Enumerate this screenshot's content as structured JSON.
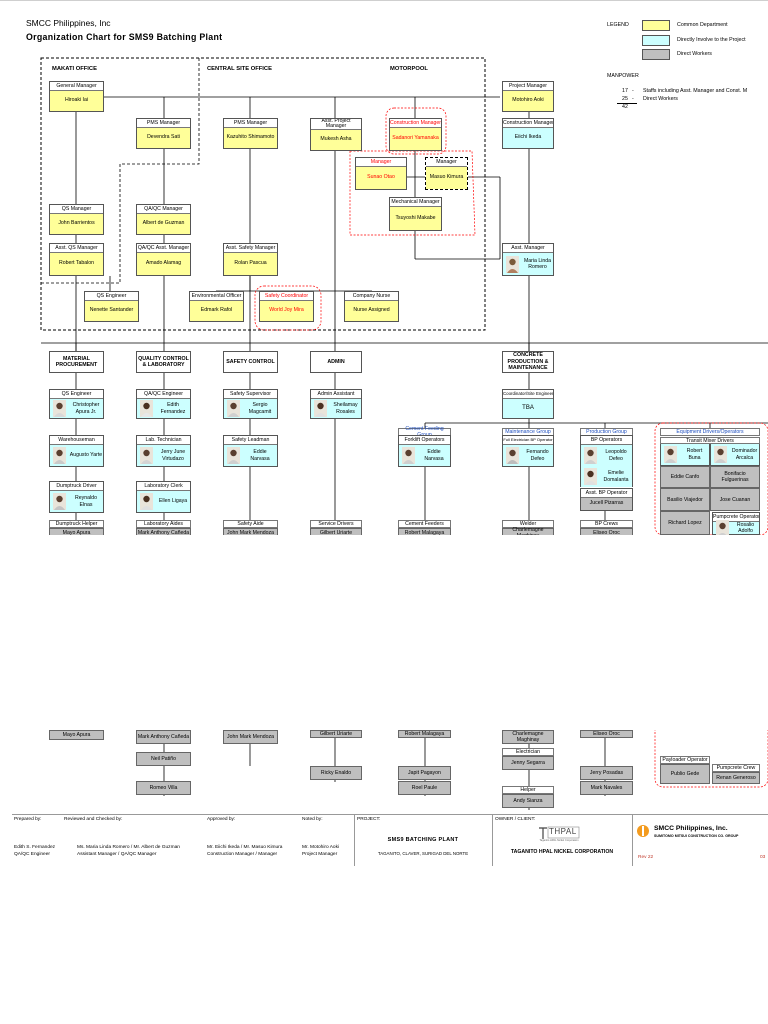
{
  "header": {
    "company": "SMCC Philippines, Inc",
    "title": "Organization Chart for SMS9 Batching Plant"
  },
  "legend": {
    "label": "LEGEND",
    "items": [
      {
        "label": "Common Department",
        "color": "#ffff99"
      },
      {
        "label": "Directly Involve to the Project",
        "color": "#ccffff"
      },
      {
        "label": "Direct Workers",
        "color": "#bfbfbf"
      }
    ]
  },
  "manpower": {
    "label": "MANPOWER",
    "rows": [
      {
        "n": "17",
        "dash": "-",
        "desc": "Staffs including Asst. Manager and Const. M"
      },
      {
        "n": "25",
        "dash": "-",
        "desc": "Direct Workers"
      }
    ],
    "total": "42"
  },
  "regions": {
    "makati": "MAKATI OFFICE",
    "central": "CENTRAL SITE OFFICE",
    "motorpool": "MOTORPOOL"
  },
  "mgmt": {
    "general_manager": {
      "title": "General Manager",
      "name": "Hiroaki Iai"
    },
    "project_manager": {
      "title": "Project Manager",
      "name": "Motohiro Aoki"
    },
    "pms_manager_1": {
      "title": "PMS Manager",
      "name": "Devendra Sati"
    },
    "pms_manager_2": {
      "title": "PMS Manager",
      "name": "Kazuhito Shimamoto"
    },
    "asst_project_manager": {
      "title": "Asst. Project Manager",
      "name": "Mukesh Asha"
    },
    "construction_manager_red": {
      "title": "Construction Manager",
      "name": "Sadanori Yamanaka"
    },
    "construction_manager": {
      "title": "Construction Manager",
      "name": "Eiichi Ikeda"
    },
    "manager_red": {
      "title": "Manager",
      "name": "Sunao Otao"
    },
    "manager_dash": {
      "title": "Manager",
      "name": "Masuo Kimura"
    },
    "mechanical_manager": {
      "title": "Mechanical Manager",
      "name": "Tsuyoshi Makabe"
    },
    "qs_manager": {
      "title": "QS Manager",
      "name": "John Barrientos"
    },
    "qaqc_manager": {
      "title": "QA/QC Manager",
      "name": "Albert de Guzman"
    },
    "asst_qs_manager": {
      "title": "Asst. QS Manager",
      "name": "Robert Tabalon"
    },
    "qaqc_asst_manager": {
      "title": "QA/QC Asst. Manager",
      "name": "Amado Alamag"
    },
    "asst_safety_manager": {
      "title": "Asst. Safety Manager",
      "name": "Rolan Pascua"
    },
    "asst_manager": {
      "title": "Asst. Manager",
      "name": "Maria Linda Romero"
    },
    "qs_engineer_top": {
      "title": "QS Engineer",
      "name": "Nenette Santander"
    },
    "environmental_officer": {
      "title": "Environmental Officer",
      "name": "Edmark Rafol"
    },
    "safety_coordinator": {
      "title": "Safety Coordinator",
      "name": "World Joy Mira"
    },
    "company_nurse": {
      "title": "Company Nurse",
      "name": "Nurse Assigned"
    }
  },
  "departments": [
    "MATERIAL PROCUREMENT",
    "QUALITY CONTROL & LABORATORY",
    "SAFETY CONTROL",
    "ADMIN",
    "CONCRETE PRODUCTION & MAINTENANCE"
  ],
  "people": {
    "qs_engineer": {
      "title": "QS Engineer",
      "name": "Christopher Apura Jr."
    },
    "warehouseman": {
      "title": "Warehouseman",
      "name": "Augusto Yarte"
    },
    "dumptruck_driver": {
      "title": "Dumptruck Driver",
      "name": "Reynaldo Elnas"
    },
    "qaqc_engineer": {
      "title": "QA/QC Engineer",
      "name": "Edith Fernandez"
    },
    "lab_technician": {
      "title": "Lab. Technician",
      "name": "Jerry June Virtudazo"
    },
    "laboratory_clerk": {
      "title": "Laboratory Clerk",
      "name": "Ellen Ligaya"
    },
    "safety_supervisor": {
      "title": "Safety Supervisor",
      "name": "Sergio Magcamit"
    },
    "safety_leadman": {
      "title": "Safety Leadman",
      "name": "Eddie Narvasa"
    },
    "admin_assistant": {
      "title": "Admin Assistant",
      "name": "Sheilamay Rosales"
    },
    "coordinator": {
      "title": "Coordinator/Site Engineer",
      "name": "TBA"
    },
    "cement_group": {
      "title": "Cement Feeding Group"
    },
    "forklift_operators": {
      "title": "Forklift Operators",
      "name": "Eddie Narvasa"
    },
    "maintenance_group": {
      "title": "Maintenance Group"
    },
    "bp_operator_maint": {
      "title": "Full Electrician BP Operator",
      "name": "Fernando Defeo"
    },
    "production_group": {
      "title": "Production Group"
    },
    "bp_operators": {
      "title": "BP Operators",
      "name1": "Leopoldo Defeo",
      "name2": "Emelie Domalanta"
    },
    "asst_bp_operator": {
      "title": "Asst. BP Operator",
      "name": "Jucell Pizarras"
    },
    "equipment_group": {
      "title": "Equipment Drivers/Operators"
    },
    "transit_mixer": {
      "title": "Transit Mixer Drivers",
      "names": [
        "Robert Buna",
        "Dominador Arcalca",
        "Eddie Canfo",
        "Bonifacio Fulguerinas",
        "Basilio Viajedor",
        "Jose Cuanan",
        "Richard Lopez"
      ]
    },
    "pumpcrete_operator": {
      "title": "Pumpcrete Operator",
      "name": "Rosalio Adolfo"
    }
  },
  "workers": {
    "dumptruck_helper": {
      "title": "Dumptruck Helper",
      "names": [
        "Mayo Apura"
      ]
    },
    "laboratory_aides": {
      "title": "Laboratory Aides",
      "names": [
        "Mark Anthony Cañeda",
        "Neil Patiño",
        "Romeo Villa"
      ]
    },
    "safety_aide": {
      "title": "Safety Aide",
      "names": [
        "John Mark Mendoza"
      ]
    },
    "service_drivers": {
      "title": "Service Drivers",
      "names": [
        "Gilbert Uriarte",
        "Ricky Enaldo"
      ]
    },
    "cement_feeders": {
      "title": "Cement Feeders",
      "names": [
        "Robert Malagaya",
        "Japit Pagayon",
        "Roel Paule"
      ]
    },
    "welder": {
      "title": "Welder",
      "names": [
        "Charlemagne Maghinay"
      ]
    },
    "electrician": {
      "title": "Electrician",
      "names": [
        "Jenny Segarra"
      ]
    },
    "helper": {
      "title": "Helper",
      "names": [
        "Andy Sianza"
      ]
    },
    "bp_crews": {
      "title": "BP Crews",
      "names": [
        "Eliseo Oroc",
        "Jerry Posadas",
        "Mark Navales"
      ]
    },
    "payloader_operator": {
      "title": "Payloader Operator",
      "names": [
        "Publio Gede"
      ]
    },
    "pumpcrete_crew": {
      "title": "Pumpcrete Crew",
      "names": [
        "Renan Generoso"
      ]
    }
  },
  "footer": {
    "prepared_by": {
      "label": "Prepared by:",
      "name": "Edith S. Fernandez",
      "role": "QA/QC Engineer"
    },
    "reviewed_by": {
      "label": "Reviewed and Checked by:",
      "name": "Ms. Maria Linda Romero / Mr. Albert de Guzman",
      "role": "Assistant Manager / QA/QC Manager"
    },
    "approved_by": {
      "label": "Approved by:",
      "name": "Mr. Eiichi Ikeda / Mr. Masuo Kimura",
      "role": "Construction Manager / Manager"
    },
    "noted_by": {
      "label": "Noted by:",
      "name": "Mr. Motohiro Aoki",
      "role": "Project Manager"
    },
    "project": {
      "label": "PROJECT:",
      "name": "SMS9 BATCHING PLANT",
      "location": "TAGANITO, CLAVER, SURIGAD DEL NORTE"
    },
    "owner": {
      "label": "OWNER / CLIENT:",
      "logo": "THPAL",
      "logo_sub": "Taganito HPAL Nickel Corporation",
      "name": "TAGANITO HPAL NICKEL CORPORATION"
    },
    "contractor": {
      "name": "SMCC Philippines, Inc.",
      "sub": "SUMITOMO MITSUI CONSTRUCTION CO. GROUP",
      "rev": "Rev 22",
      "page": "03"
    }
  }
}
